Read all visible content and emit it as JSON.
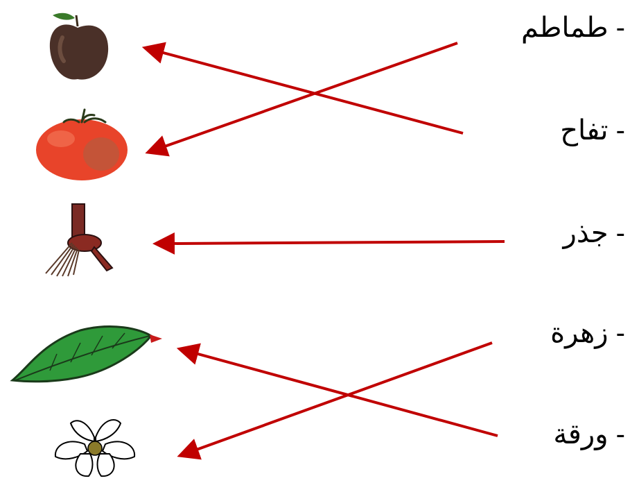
{
  "words": [
    "- طماطم",
    "- تفاح",
    "- جذر",
    "- زهرة",
    "- ورقة"
  ],
  "pictures": [
    "apple-icon",
    "tomato-icon",
    "root-icon",
    "leaf-icon",
    "flower-icon"
  ],
  "colors": {
    "arrow": "#c00000",
    "text": "#000000"
  }
}
